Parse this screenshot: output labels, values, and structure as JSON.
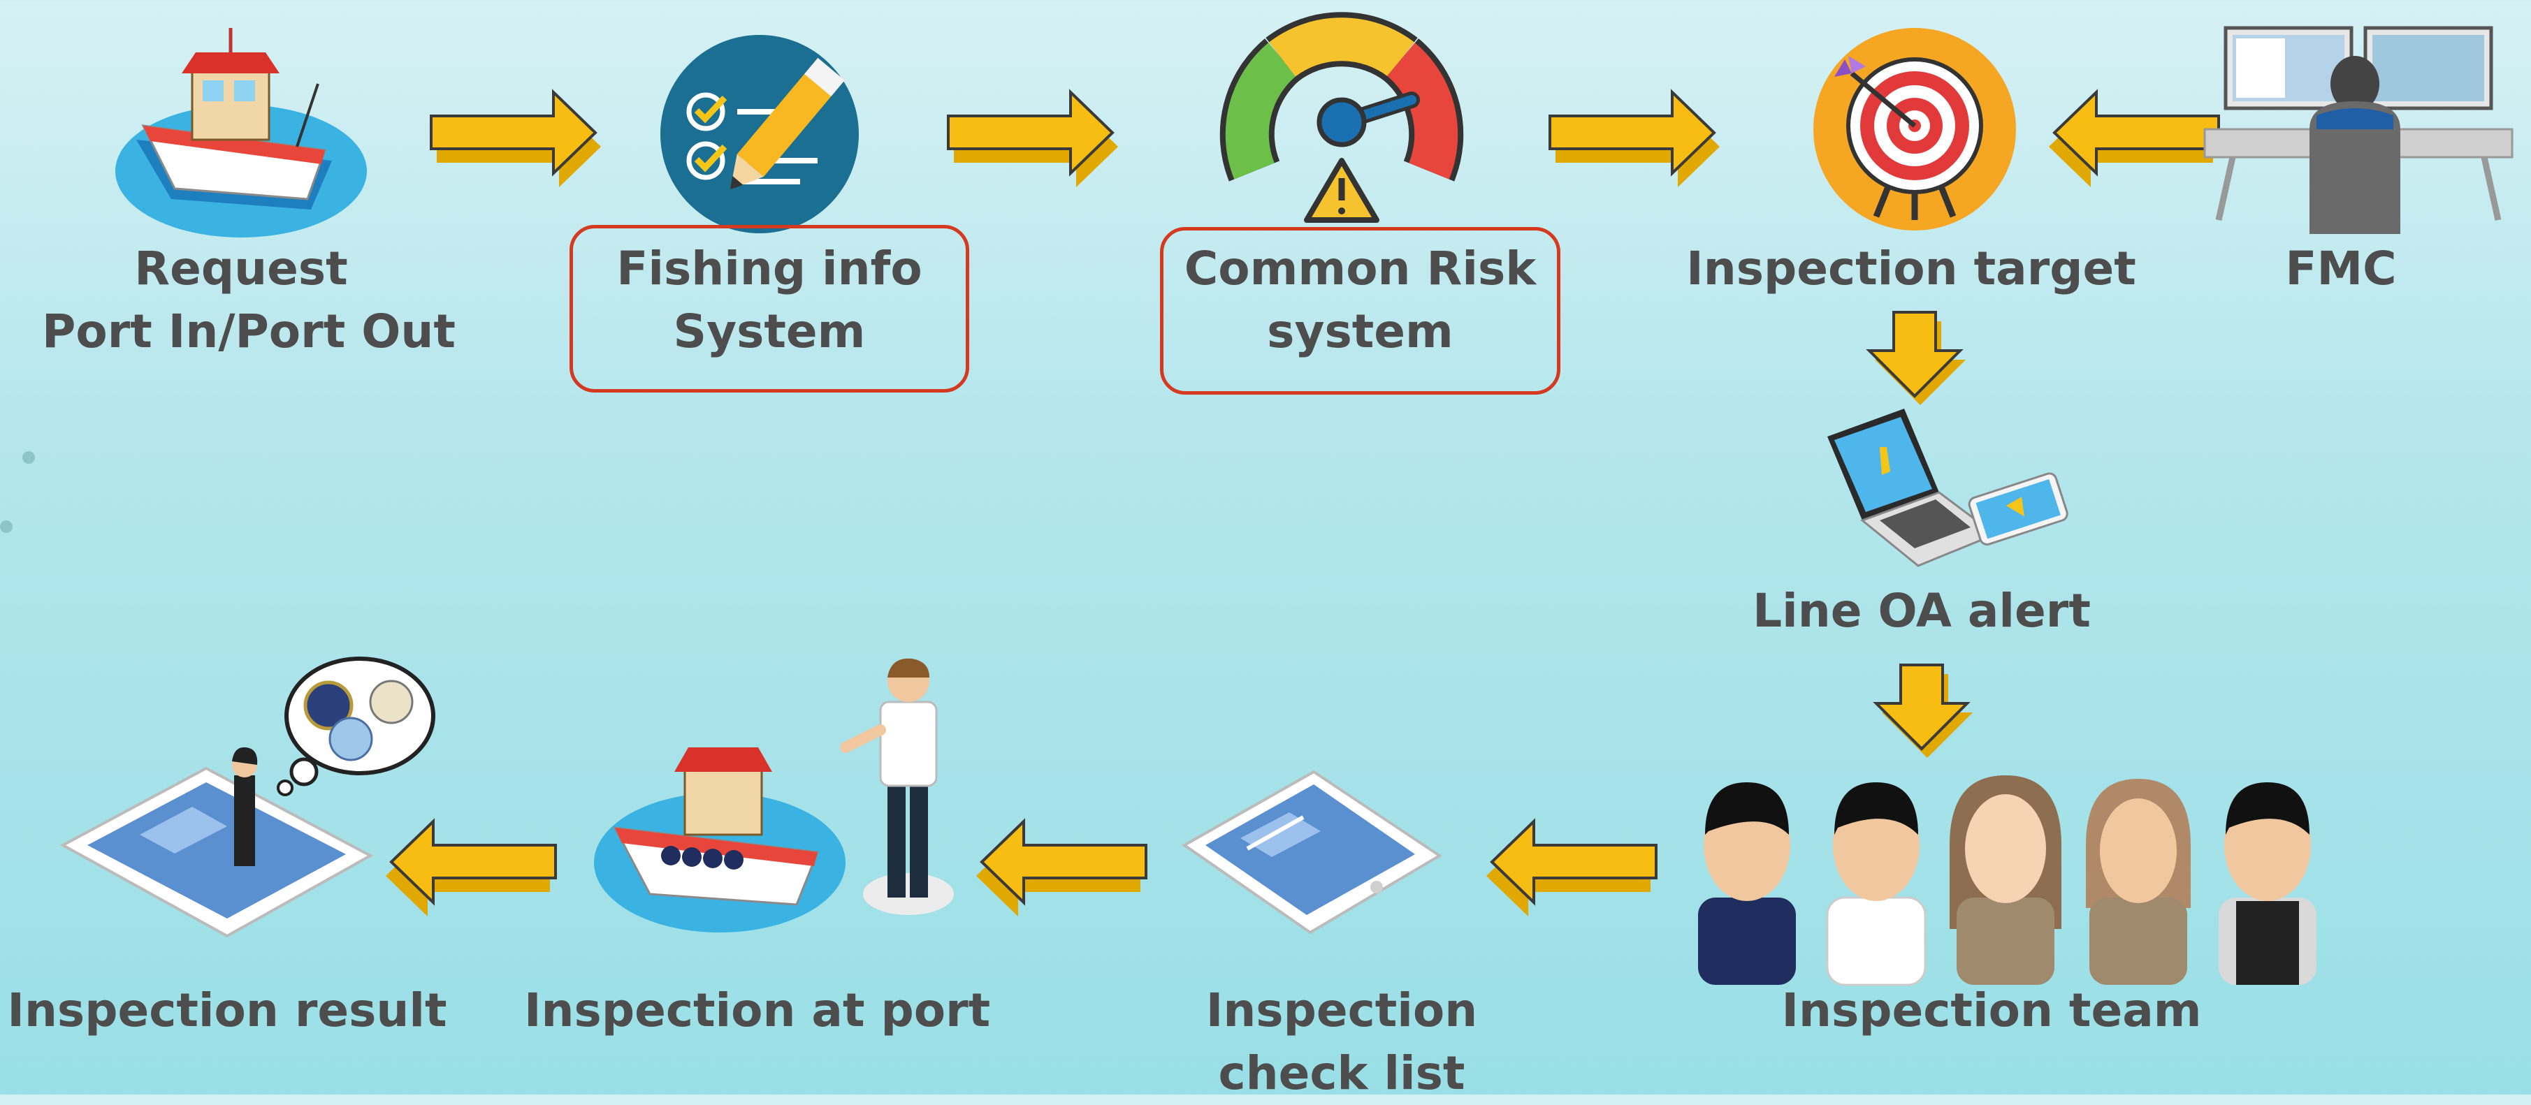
{
  "diagram": {
    "type": "process-flow",
    "nodes": [
      {
        "id": "request",
        "label_line1": "Request",
        "label_line2": "Port In/Port Out",
        "icon": "fishing-boat-icon"
      },
      {
        "id": "fishing_info",
        "label_line1": "Fishing info",
        "label_line2": "System",
        "icon": "checklist-pen-icon",
        "highlighted": true
      },
      {
        "id": "common_risk",
        "label_line1": "Common Risk",
        "label_line2": "system",
        "icon": "risk-gauge-icon",
        "highlighted": true
      },
      {
        "id": "inspection_target",
        "label_line1": "Inspection target",
        "icon": "target-dart-icon"
      },
      {
        "id": "fmc",
        "label_line1": "FMC",
        "icon": "monitoring-desk-icon"
      },
      {
        "id": "line_oa",
        "label_line1": "Line OA alert",
        "icon": "laptop-phone-alert-icon"
      },
      {
        "id": "inspection_team",
        "label_line1": "Inspection team",
        "icon": "team-officers-icon"
      },
      {
        "id": "check_list",
        "label_line1": "Inspection",
        "label_line2": "check list",
        "icon": "tablet-checklist-icon"
      },
      {
        "id": "at_port",
        "label_line1": "Inspection at port",
        "icon": "boat-inspector-icon"
      },
      {
        "id": "result",
        "label_line1": "Inspection result",
        "icon": "tablet-result-icon"
      }
    ],
    "edges": [
      {
        "from": "request",
        "to": "fishing_info"
      },
      {
        "from": "fishing_info",
        "to": "common_risk"
      },
      {
        "from": "common_risk",
        "to": "inspection_target"
      },
      {
        "from": "fmc",
        "to": "inspection_target"
      },
      {
        "from": "inspection_target",
        "to": "line_oa"
      },
      {
        "from": "line_oa",
        "to": "inspection_team"
      },
      {
        "from": "inspection_team",
        "to": "check_list"
      },
      {
        "from": "check_list",
        "to": "at_port"
      },
      {
        "from": "at_port",
        "to": "result"
      }
    ],
    "colors": {
      "arrow_fill": "#f7bd12",
      "arrow_stroke": "#3a3a3a",
      "highlight_border": "#d5391f",
      "label_text": "#4d4d4d",
      "accent_blue": "#1e6b8c"
    }
  }
}
